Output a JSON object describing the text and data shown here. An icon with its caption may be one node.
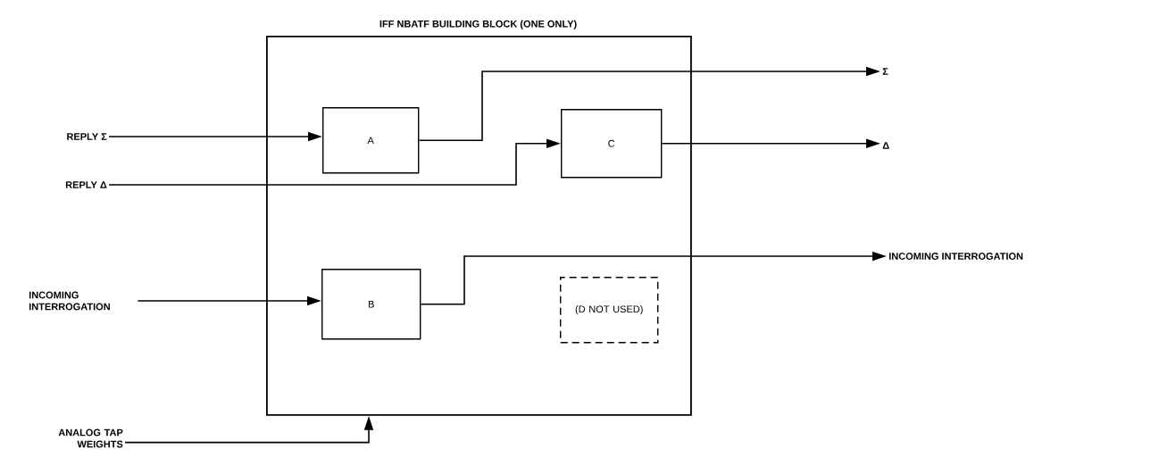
{
  "diagram": {
    "nodes": [
      {
        "text": [
          "IFF NBATF BUILDING BLOCK (ONE ONLY)"
        ]
      },
      {
        "text": [
          "A"
        ],
        "in": 0
      },
      {
        "text": [
          "C"
        ],
        "in": 0
      },
      {
        "text": [
          "B"
        ],
        "in": 0
      },
      {
        "text": [
          "(D NOT USED)"
        ],
        "in": 0
      },
      {
        "text": [
          "REPLY Σ"
        ]
      },
      {
        "text": [
          "REPLY Δ"
        ]
      },
      {
        "text": [
          "INCOMING INTERROGATION"
        ]
      },
      {
        "text": [
          "ANALOG TAP WEIGHTS"
        ]
      },
      {
        "text": [
          "Σ"
        ]
      },
      {
        "text": [
          "Δ"
        ]
      },
      {
        "text": [
          "INCOMING INTERROGATION"
        ]
      }
    ],
    "edges": [
      {
        "from": 5,
        "to": 1,
        "arrow": "to"
      },
      {
        "from": 6,
        "to": 2,
        "arrow": "to"
      },
      {
        "from": 1,
        "to": 9,
        "arrow": "to"
      },
      {
        "from": 2,
        "to": 10,
        "arrow": "to"
      },
      {
        "from": 7,
        "to": 3,
        "arrow": "to"
      },
      {
        "from": 3,
        "to": 11,
        "arrow": "to"
      },
      {
        "from": 8,
        "to": 0,
        "arrow": "to"
      }
    ]
  }
}
